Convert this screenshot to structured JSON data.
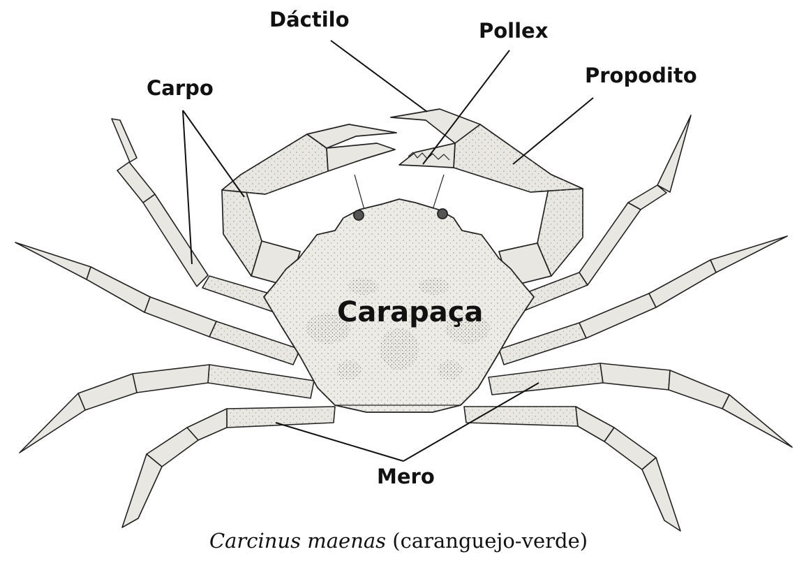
{
  "labels": {
    "dactilo": "Dáctilo",
    "pollex": "Pollex",
    "carpo": "Carpo",
    "propodito": "Propodito",
    "carapaca": "Carapaça",
    "mero": "Mero"
  },
  "caption": {
    "species": "Carcinus maenas",
    "common_name": "(caranguejo-verde)"
  },
  "colors": {
    "ink": "#111111",
    "shell_fill": "#ecebe6",
    "limb_fill": "#e9e7e1",
    "stipple": "#8a8880"
  }
}
